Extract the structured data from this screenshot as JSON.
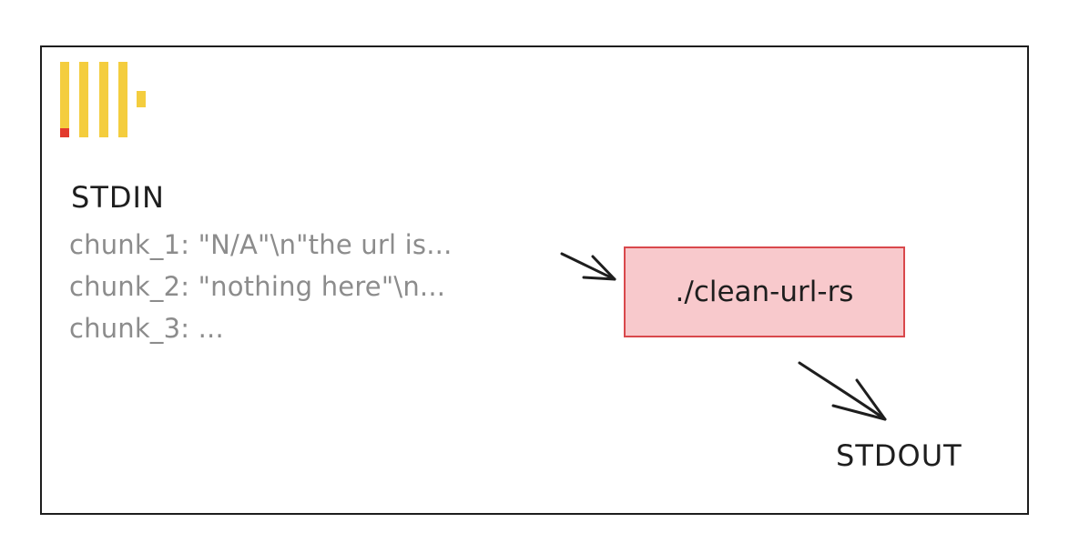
{
  "colors": {
    "logo_yellow": "#f4cd3e",
    "logo_red": "#e33a2d",
    "box_fill": "#f8c9cc",
    "box_stroke": "#d9484c",
    "muted_text": "#8c8c8c",
    "ink": "#1e1e1e"
  },
  "logo": {
    "icon": "vertical-bars-logo"
  },
  "stdin": {
    "title": "STDIN",
    "chunks": [
      "chunk_1: \"N/A\"\\n\"the url is...",
      "chunk_2: \"nothing here\"\\n...",
      "chunk_3: ..."
    ]
  },
  "process": {
    "label": "./clean-url-rs"
  },
  "stdout": {
    "title": "STDOUT"
  }
}
